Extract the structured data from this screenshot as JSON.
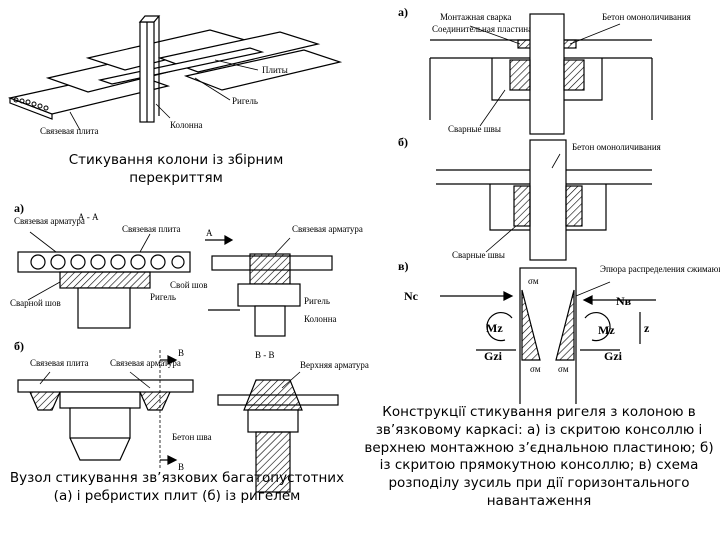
{
  "captions": {
    "column_joint": "Стикування колони із збірним перекриттям",
    "slab_joint": "Вузол стикування зв’язкових багатопустотних (а) і ребристих плит (б) із ригелем",
    "beam_column": "Конструкції стикування ригеля з колоною в зв’язковому каркасі: а) із скритою консоллю і верхнею монтажною з’єднальною пластиною; б) із скритою прямокутною консоллю; в) схема розподілу зусиль при дії горизонтального навантаження"
  },
  "top_left": {
    "plates": "Плиты",
    "beam": "Ригель",
    "column": "Колонна",
    "tie_slab": "Связевая плита"
  },
  "middle_left": {
    "marker_a": "а)",
    "section_aa": "А - А",
    "tie_rebar": "Связевая арматура",
    "tie_slab": "Связевая плита",
    "weld_seam": "Сварной шов",
    "beam": "Ригель",
    "tie_rebar_2": "Связевая арматура",
    "weld_seam_2": "Свой шов",
    "beam_2": "Ригель",
    "column": "Колонна",
    "arrow_a": "А"
  },
  "bottom_left": {
    "marker_b": "б)",
    "tie_slab": "Связевая плита",
    "tie_rebar": "Связевая арматура",
    "section_bb": "В - В",
    "top_rebar": "Верхняя арматура",
    "concrete_seam": "Бетон шва",
    "arrow_b": "В"
  },
  "right": {
    "marker_a": "а)",
    "mount_weld": "Монтажная сварка",
    "connect_plate": "Соединительная пластина",
    "concrete_fill": "Бетон омоноличивания",
    "weld_seams": "Сварные швы",
    "marker_b": "б)",
    "concrete_fill_2": "Бетон омоноличивания",
    "weld_seams_2": "Сварные швы",
    "marker_c": "в)",
    "stress_diagram": "Эпюра распределения сжимающих напряжений в бетоне",
    "nc": "Nc",
    "nb": "Nв",
    "mz": "Mz",
    "mz2": "Mz",
    "gzi": "Gzi",
    "gzii": "Gzi",
    "z": "z",
    "sigma1": "σм",
    "sigma2": "σм",
    "sigma3": "σм"
  }
}
